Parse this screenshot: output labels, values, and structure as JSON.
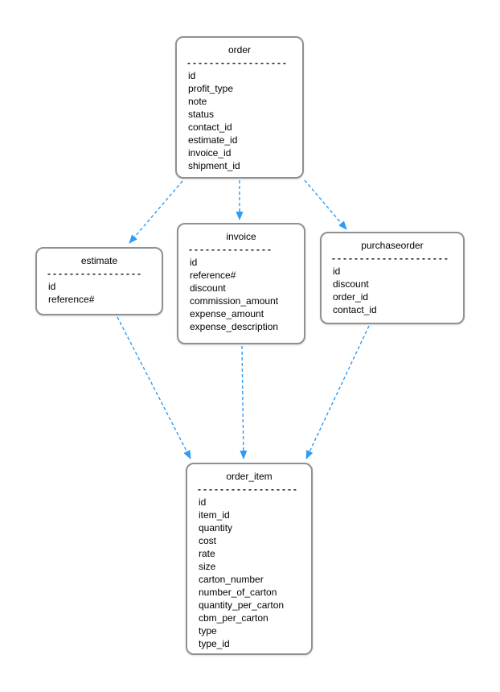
{
  "diagram": {
    "kind": "entity-relationship",
    "colors": {
      "arrow": "#2e9bf5",
      "box_border": "#909090",
      "box_fill": "#ffffff",
      "text": "#000000",
      "background": "#ffffff"
    },
    "tables": [
      {
        "name": "order",
        "separator": "------------------",
        "fields": [
          "id",
          "profit_type",
          "note",
          "status",
          "contact_id",
          "estimate_id",
          "invoice_id",
          "shipment_id"
        ]
      },
      {
        "name": "estimate",
        "separator": "-----------------",
        "fields": [
          "id",
          "reference#"
        ]
      },
      {
        "name": "invoice",
        "separator": "---------------",
        "fields": [
          "id",
          "reference#",
          "discount",
          "commission_amount",
          "expense_amount",
          "expense_description"
        ]
      },
      {
        "name": "purchaseorder",
        "separator": "---------------------",
        "fields": [
          "id",
          "discount",
          "order_id",
          "contact_id"
        ]
      },
      {
        "name": "order_item",
        "separator": "------------------",
        "fields": [
          "id",
          "item_id",
          "quantity",
          "cost",
          "rate",
          "size",
          "carton_number",
          "number_of_carton",
          "quantity_per_carton",
          "cbm_per_carton",
          "type",
          "type_id"
        ]
      }
    ],
    "relations": [
      {
        "from": "order",
        "to": "estimate",
        "style": "dashed-arrow"
      },
      {
        "from": "order",
        "to": "invoice",
        "style": "dashed-arrow"
      },
      {
        "from": "order",
        "to": "purchaseorder",
        "style": "dashed-arrow"
      },
      {
        "from": "estimate",
        "to": "order_item",
        "style": "dashed-arrow"
      },
      {
        "from": "invoice",
        "to": "order_item",
        "style": "dashed-arrow"
      },
      {
        "from": "purchaseorder",
        "to": "order_item",
        "style": "dashed-arrow"
      }
    ]
  }
}
